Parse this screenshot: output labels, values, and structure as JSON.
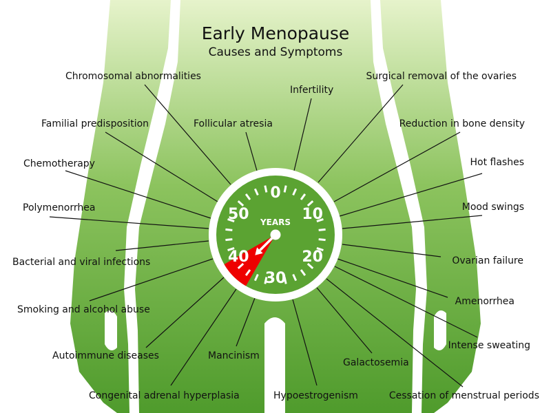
{
  "title": "Early Menopause",
  "subtitle": "Causes and Symptoms",
  "causes": [
    "Chromosomal abnormalities",
    "Familial predisposition",
    "Chemotherapy",
    "Polymenorrhea",
    "Bacterial and viral infections",
    "Smoking and alcohol abuse",
    "Autoimmune diseases",
    "Congenital adrenal hyperplasia",
    "Mancinism",
    "Follicular atresia"
  ],
  "symptoms": [
    "Infertility",
    "Surgical removal of the ovaries",
    "Reduction in bone density",
    "Hot flashes",
    "Mood swings",
    "Ovarian failure",
    "Amenorrhea",
    "Intense sweating",
    "Galactosemia",
    "Cessation of menstrual periods",
    "Hypoestrogenism"
  ],
  "gauge": {
    "unit": "YEARS",
    "labels": [
      "0",
      "10",
      "20",
      "30",
      "40",
      "50"
    ],
    "max_value": 60,
    "highlight_range": [
      35,
      40
    ],
    "needle_value": 37.5
  },
  "colors": {
    "body_top": "#e6f3cb",
    "body_bottom": "#4f9b2c",
    "gauge_face": "#5ba332",
    "highlight": "#ee0000"
  }
}
